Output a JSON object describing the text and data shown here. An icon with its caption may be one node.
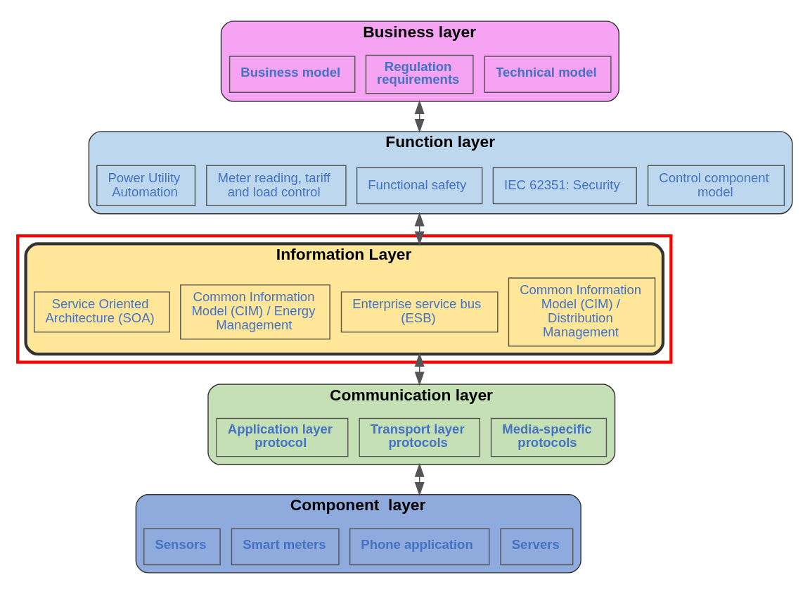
{
  "diagram": {
    "nodes": [
      {
        "text": [
          "Business layer"
        ]
      },
      {
        "text": [
          "Business model"
        ],
        "in": 0
      },
      {
        "text": [
          "Regulation requirements"
        ],
        "in": 0
      },
      {
        "text": [
          "Technical model"
        ],
        "in": 0
      },
      {
        "text": [
          "Function layer"
        ]
      },
      {
        "text": [
          "Power Utility Automation"
        ],
        "in": 4
      },
      {
        "text": [
          "Meter reading, tariff and load control"
        ],
        "in": 4
      },
      {
        "text": [
          "Functional safety"
        ],
        "in": 4
      },
      {
        "text": [
          "IEC 62351: Security"
        ],
        "in": 4
      },
      {
        "text": [
          "Control component model"
        ],
        "in": 4
      },
      {
        "text": [],
        "shape": "box"
      },
      {
        "text": [
          "Information Layer"
        ],
        "in": 10
      },
      {
        "text": [
          "Service Oriented Architecture (SOA)"
        ],
        "in": 11
      },
      {
        "text": [
          "Common Information Model (CIM) / Energy Management"
        ],
        "in": 11
      },
      {
        "text": [
          "Enterprise service bus (ESB)"
        ],
        "in": 11
      },
      {
        "text": [
          "Common Information Model (CIM) / Distribution Management"
        ],
        "in": 11
      },
      {
        "text": [
          "Communication layer"
        ]
      },
      {
        "text": [
          "Application layer protocol"
        ],
        "in": 16
      },
      {
        "text": [
          "Transport layer protocols"
        ],
        "in": 16
      },
      {
        "text": [
          "Media-specific protocols"
        ],
        "in": 16
      },
      {
        "text": [
          "Component  layer"
        ]
      },
      {
        "text": [
          "Sensors"
        ],
        "in": 20
      },
      {
        "text": [
          "Smart meters"
        ],
        "in": 20
      },
      {
        "text": [
          "Phone application"
        ],
        "in": 20
      },
      {
        "text": [
          "Servers"
        ],
        "in": 20
      }
    ],
    "edges": [
      {
        "from": 0,
        "to": 4,
        "arrow": "both"
      },
      {
        "from": 4,
        "to": 11,
        "arrow": "both"
      },
      {
        "from": 11,
        "to": 16,
        "arrow": "both"
      },
      {
        "from": 16,
        "to": 20,
        "arrow": "both"
      }
    ]
  }
}
